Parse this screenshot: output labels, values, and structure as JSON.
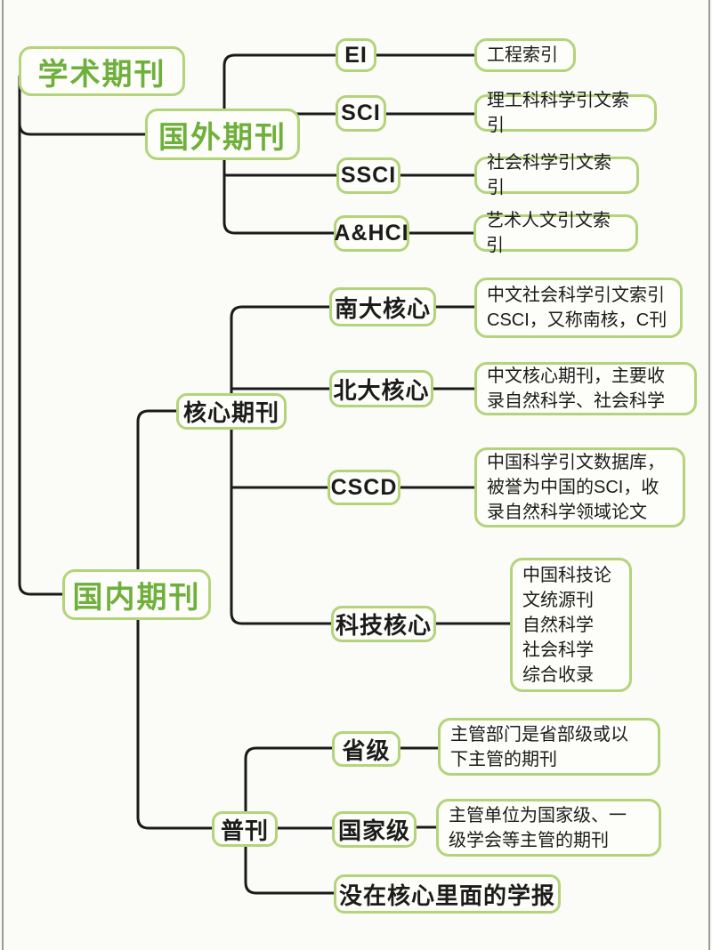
{
  "colors": {
    "background": "#fbfbf7",
    "frame": "#9a9a9a",
    "line": "#1a1a1a",
    "box_border": "#b3d47a",
    "box_fill": "#fdfdf9",
    "green_text": "#6fb03c",
    "dark_text": "#1b1b1b"
  },
  "root": {
    "label": "学术期刊"
  },
  "foreign": {
    "label": "国外期刊",
    "children": [
      {
        "label": "EI",
        "desc": "工程索引"
      },
      {
        "label": "SCI",
        "desc": "理工科科学引文索引"
      },
      {
        "label": "SSCI",
        "desc": "社会科学引文索引"
      },
      {
        "label": "A&HCI",
        "desc": "艺术人文引文索引"
      }
    ]
  },
  "domestic": {
    "label": "国内期刊",
    "core": {
      "label": "核心期刊",
      "children": [
        {
          "label": "南大核心",
          "desc": "中文社会科学引文索引\nCSCI，又称南核，C刊"
        },
        {
          "label": "北大核心",
          "desc": "中文核心期刊，主要收\n录自然科学、社会科学"
        },
        {
          "label": "CSCD",
          "desc": "中国科学引文数据库，\n被誉为中国的SCI，收\n录自然科学领域论文"
        },
        {
          "label": "科技核心",
          "desc": "中国科技论\n文统源刊\n自然科学\n社会科学\n综合收录"
        }
      ]
    },
    "general": {
      "label": "普刊",
      "children": [
        {
          "label": "省级",
          "desc": "主管部门是省部级或以\n下主管的期刊"
        },
        {
          "label": "国家级",
          "desc": "主管单位为国家级、一\n级学会等主管的期刊"
        },
        {
          "label": "没在核心里面的学报"
        }
      ]
    }
  }
}
